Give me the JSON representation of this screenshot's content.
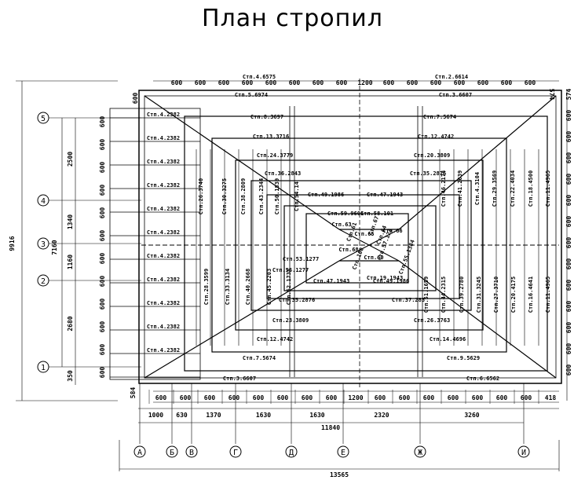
{
  "title": "План стропил",
  "axes_letters": [
    "А",
    "Б",
    "В",
    "Г",
    "Д",
    "Е",
    "Ж",
    "И"
  ],
  "axes_numbers": [
    "5",
    "4",
    "3",
    "2",
    "1"
  ],
  "overall": {
    "bottom_total": "13565",
    "bottom_inner": "11840",
    "left_total": "9916",
    "left_inner": "7160"
  },
  "bottom_spans": [
    "1000",
    "630",
    "1370",
    "1630",
    "1630",
    "2320",
    "3260"
  ],
  "left_spans": [
    "2500",
    "1340",
    "1160",
    "2680",
    "350"
  ],
  "top_row_top": [
    "600",
    "600",
    "600",
    "600",
    "600",
    "600",
    "600",
    "600",
    "1200",
    "600",
    "600",
    "600",
    "600",
    "600",
    "600",
    "600"
  ],
  "bottom_row": [
    "600",
    "600",
    "600",
    "600",
    "600",
    "600",
    "600",
    "600",
    "1200",
    "600",
    "600",
    "600",
    "600",
    "600",
    "600",
    "600",
    "418"
  ],
  "right_col": [
    "574",
    "600",
    "600",
    "600",
    "600",
    "600",
    "600",
    "600",
    "600",
    "600",
    "600",
    "600",
    "600",
    "600"
  ],
  "corner_labels": {
    "top_right": "574",
    "bottom_left": "584",
    "top_left": "600"
  },
  "rafters_top": [
    "Стп.4.6575",
    "Стп.2.6614",
    "Стп.5.6974",
    "Стп.3.6607",
    "Стп.8.3697",
    "Стп.7.5674",
    "Стп.13.3716",
    "Стп.12.4742",
    "Стп.24.3779",
    "Стп.20.3809",
    "Стп.36.2843",
    "Стп.35.2876",
    "Стп.49.1986",
    "Стп.47.1943",
    "Стп.59.9601",
    "Стп.58.101"
  ],
  "rafters_bottom": [
    "Стп.56.1277",
    "Стп.47.1943",
    "Стп.49.1986",
    "Стп.35.2876",
    "Стп.37.283",
    "Стп.23.3809",
    "Стп.26.3763",
    "Стп.12.4742",
    "Стп.14.4696",
    "Стп.7.5674",
    "Стп.9.5629",
    "Стп.3.6607",
    "Стп.6.6562"
  ],
  "rafters_left": [
    "Стп.26.3740",
    "Стп.30.3275",
    "Стп.38.2809",
    "Стп.43.2344",
    "Стп.50.1839",
    "Стп.54.14",
    "Стп.28.3599",
    "Стп.33.3134",
    "Стп.40.2668",
    "Стп.45.2203",
    "Стп.52.1738"
  ],
  "rafters_right": [
    "Стп.46.2174",
    "Стп.41.2639",
    "Стп.4.3104",
    "Стп.29.3569",
    "Стп.22.4034",
    "Стп.18.4500",
    "Стп.11.4965",
    "Стп.51.1659",
    "Стп.44.2315",
    "Стп.39.2780",
    "Стп.31.3245",
    "Стп.27.3710",
    "Стп.20.4175",
    "Стп.16.4641",
    "Стп.11.4965"
  ],
  "rafters_left_strip": [
    "Стп.4.2382",
    "Стп.4.2382",
    "Стп.4.2382",
    "Стп.4.2382",
    "Стп.4.2382",
    "Стп.4.2382",
    "Стп.4.2382",
    "Стп.4.2382",
    "Стп.4.2382",
    "Стп.4.2382",
    "Стп.4.2382"
  ],
  "center_labels": [
    "Стп.63",
    "Стп.61",
    "Стп.65",
    "Стп.64",
    "Стп.66",
    "Стп.67",
    "Стп.68",
    "Стп.100",
    "Стп.60",
    "Стп.57.123",
    "Стп.53.1277",
    "Стп.55.1384",
    "Стп.19.1943"
  ]
}
